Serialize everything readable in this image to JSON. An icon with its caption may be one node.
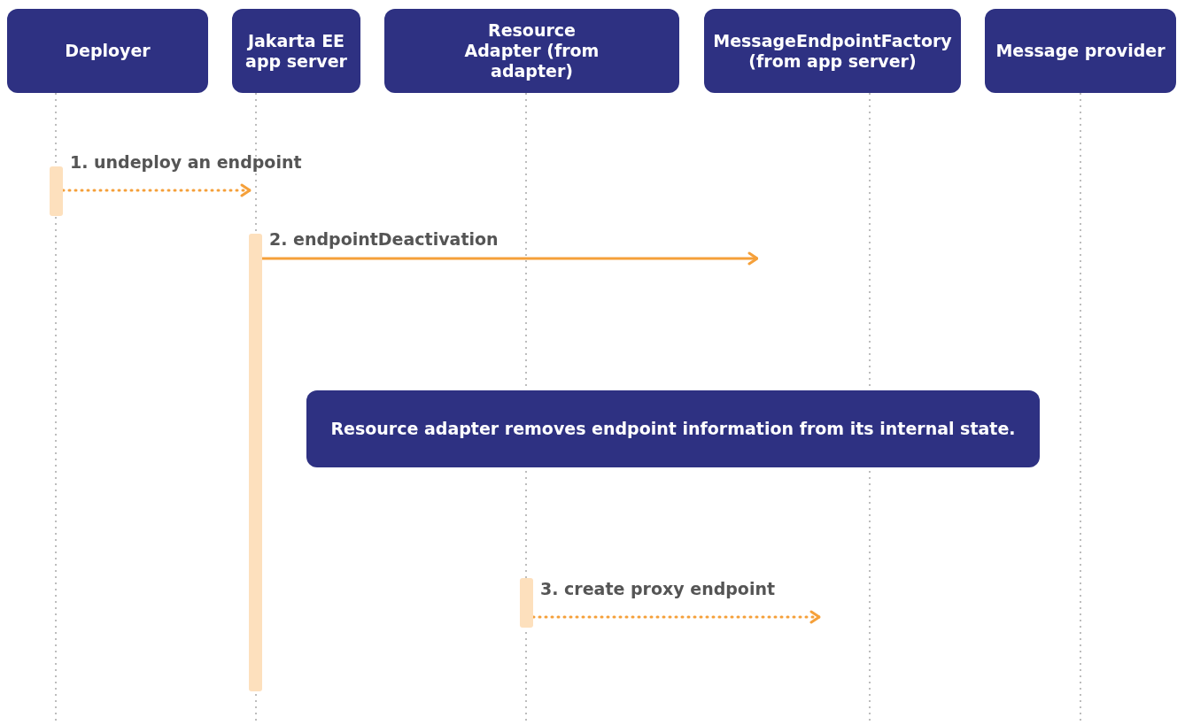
{
  "diagram": {
    "nodes": [
      {
        "text": [
          "Deployer"
        ]
      },
      {
        "text": [
          "Jakarta EE app server"
        ]
      },
      {
        "text": [
          "Resource Adapter (from adapter)"
        ]
      },
      {
        "text": [
          "MessageEndpointFactory (from app server)"
        ]
      },
      {
        "text": [
          "Message provider"
        ]
      },
      {
        "text": [],
        "shape": "bar"
      },
      {
        "text": [],
        "shape": "bar"
      },
      {
        "text": [
          "Resource adapter removes endpoint information from its internal state."
        ]
      },
      {
        "text": [],
        "shape": "bar"
      }
    ],
    "edges": [
      {
        "from": 5,
        "to": null,
        "arrow": "to",
        "label": "1. undeploy an endpoint",
        "style": "dashed"
      },
      {
        "from": 6,
        "to": null,
        "arrow": "to",
        "label": "2. endpointDeactivation"
      },
      {
        "from": 8,
        "to": null,
        "arrow": "to",
        "label": "3. create proxy endpoint",
        "style": "dashed"
      }
    ]
  }
}
